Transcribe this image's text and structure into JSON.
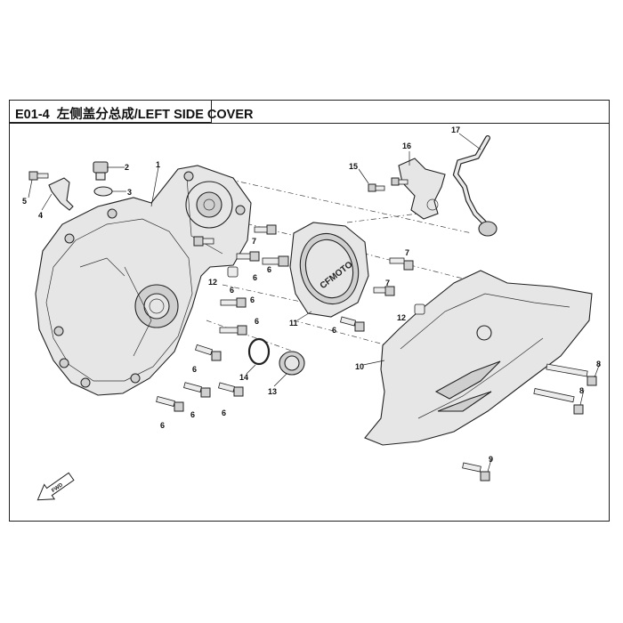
{
  "title": {
    "code": "E01-4",
    "text": "左侧盖分总成/LEFT SIDE COVER"
  },
  "logo_text": "CFMOTO",
  "fwd_label": "FWD",
  "callouts": [
    {
      "id": "c1",
      "label": "1"
    },
    {
      "id": "c2",
      "label": "2"
    },
    {
      "id": "c3",
      "label": "3"
    },
    {
      "id": "c4",
      "label": "4"
    },
    {
      "id": "c5",
      "label": "5"
    },
    {
      "id": "c6a",
      "label": "6"
    },
    {
      "id": "c6b",
      "label": "6"
    },
    {
      "id": "c6c",
      "label": "6"
    },
    {
      "id": "c6d",
      "label": "6"
    },
    {
      "id": "c6e",
      "label": "6"
    },
    {
      "id": "c6f",
      "label": "6"
    },
    {
      "id": "c6g",
      "label": "6"
    },
    {
      "id": "c6h",
      "label": "6"
    },
    {
      "id": "c6i",
      "label": "6"
    },
    {
      "id": "c6j",
      "label": "6"
    },
    {
      "id": "c7a",
      "label": "7"
    },
    {
      "id": "c7b",
      "label": "7"
    },
    {
      "id": "c7c",
      "label": "7"
    },
    {
      "id": "c8a",
      "label": "8"
    },
    {
      "id": "c8b",
      "label": "8"
    },
    {
      "id": "c9",
      "label": "9"
    },
    {
      "id": "c10",
      "label": "10"
    },
    {
      "id": "c11",
      "label": "11"
    },
    {
      "id": "c12a",
      "label": "12"
    },
    {
      "id": "c12b",
      "label": "12"
    },
    {
      "id": "c13",
      "label": "13"
    },
    {
      "id": "c14",
      "label": "14"
    },
    {
      "id": "c15",
      "label": "15"
    },
    {
      "id": "c16",
      "label": "16"
    },
    {
      "id": "c17",
      "label": "17"
    }
  ]
}
